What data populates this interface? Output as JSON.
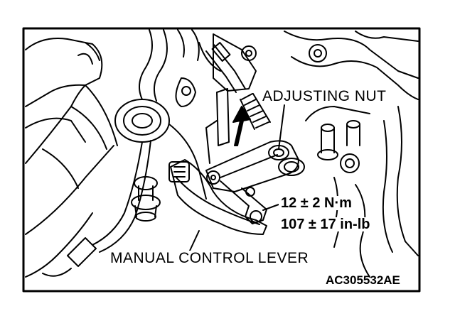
{
  "labels": {
    "adjusting_nut": "ADJUSTING NUT",
    "torque_nm": "12 ± 2 N·m",
    "torque_inlb": "107 ± 17 in-lb",
    "manual_control_lever": "MANUAL CONTROL LEVER",
    "figure_code": "AC305532AE"
  },
  "colors": {
    "line": "#000000",
    "background": "#ffffff"
  }
}
